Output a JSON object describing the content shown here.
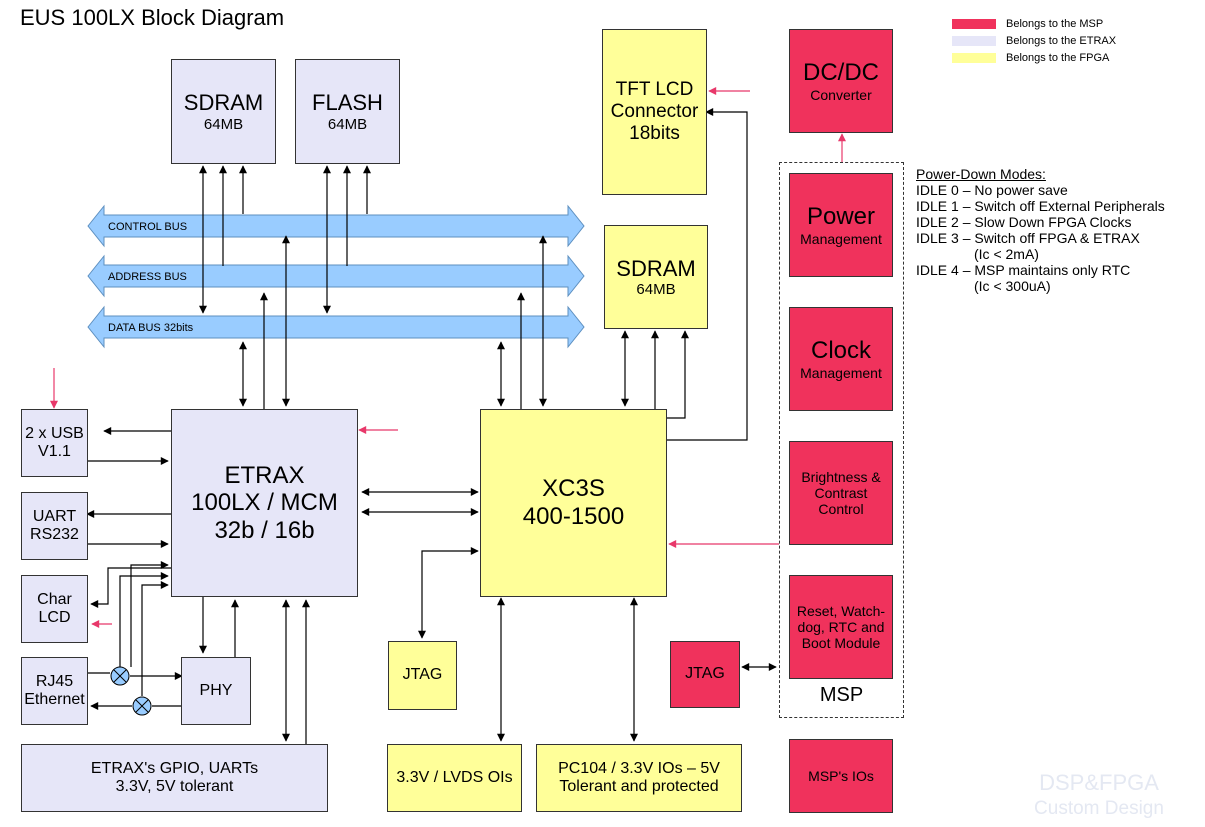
{
  "title": "EUS 100LX Block Diagram",
  "legend": [
    {
      "label": "Belongs to the MSP",
      "color": "#f0325c"
    },
    {
      "label": "Belongs to the ETRAX",
      "color": "#e6e6f8"
    },
    {
      "label": "Belongs to the FPGA",
      "color": "#ffff99"
    }
  ],
  "buses": {
    "control": "CONTROL BUS",
    "address": "ADDRESS BUS",
    "data": "DATA BUS 32bits"
  },
  "blocks": {
    "sdram_etrax": {
      "line1": "SDRAM",
      "line2": "64MB"
    },
    "flash": {
      "line1": "FLASH",
      "line2": "64MB"
    },
    "etrax": {
      "line1": "ETRAX",
      "line2": "100LX / MCM",
      "line3": "32b / 16b"
    },
    "usb": {
      "line1": "2 x USB",
      "line2": "V1.1"
    },
    "uart": {
      "line1": "UART",
      "line2": "RS232"
    },
    "char_lcd": {
      "line1": "Char",
      "line2": "LCD"
    },
    "rj45": {
      "line1": "RJ45",
      "line2": "Ethernet"
    },
    "phy": {
      "line1": "PHY"
    },
    "gpio": {
      "line1": "ETRAX's GPIO, UARTs",
      "line2": "3.3V, 5V tolerant"
    },
    "tft": {
      "line1": "TFT LCD",
      "line2": "Connector",
      "line3": "18bits"
    },
    "sdram_fpga": {
      "line1": "SDRAM",
      "line2": "64MB"
    },
    "fpga": {
      "line1": "XC3S",
      "line2": "400-1500"
    },
    "jtag_fpga": {
      "line1": "JTAG"
    },
    "lvds": {
      "line1": "3.3V / LVDS OIs"
    },
    "pc104": {
      "line1": "PC104 / 3.3V IOs – 5V",
      "line2": "Tolerant and protected"
    },
    "jtag_msp": {
      "line1": "JTAG"
    },
    "dcdc": {
      "line1": "DC/DC",
      "line2": "Converter"
    },
    "power": {
      "line1": "Power",
      "line2": "Management"
    },
    "clock": {
      "line1": "Clock",
      "line2": "Management"
    },
    "brightness": {
      "line1": "Brightness &",
      "line2": "Contrast",
      "line3": "Control"
    },
    "reset": {
      "line1": "Reset, Watch-",
      "line2": "dog, RTC and",
      "line3": "Boot Module"
    },
    "msp_ios": {
      "line1": "MSP's IOs"
    }
  },
  "msp_group_label": "MSP",
  "power_modes": {
    "heading": "Power-Down Modes:",
    "lines": [
      "IDLE 0 – No power save",
      "IDLE 1 – Switch off External Peripherals",
      "IDLE 2 – Slow Down FPGA Clocks",
      "IDLE 3 – Switch off FPGA & ETRAX",
      "(Ic < 2mA)",
      "IDLE 4 – MSP maintains only RTC",
      "(Ic < 300uA)"
    ]
  },
  "watermark": {
    "line1": "DSP&FPGA",
    "line2": "Custom Design"
  }
}
